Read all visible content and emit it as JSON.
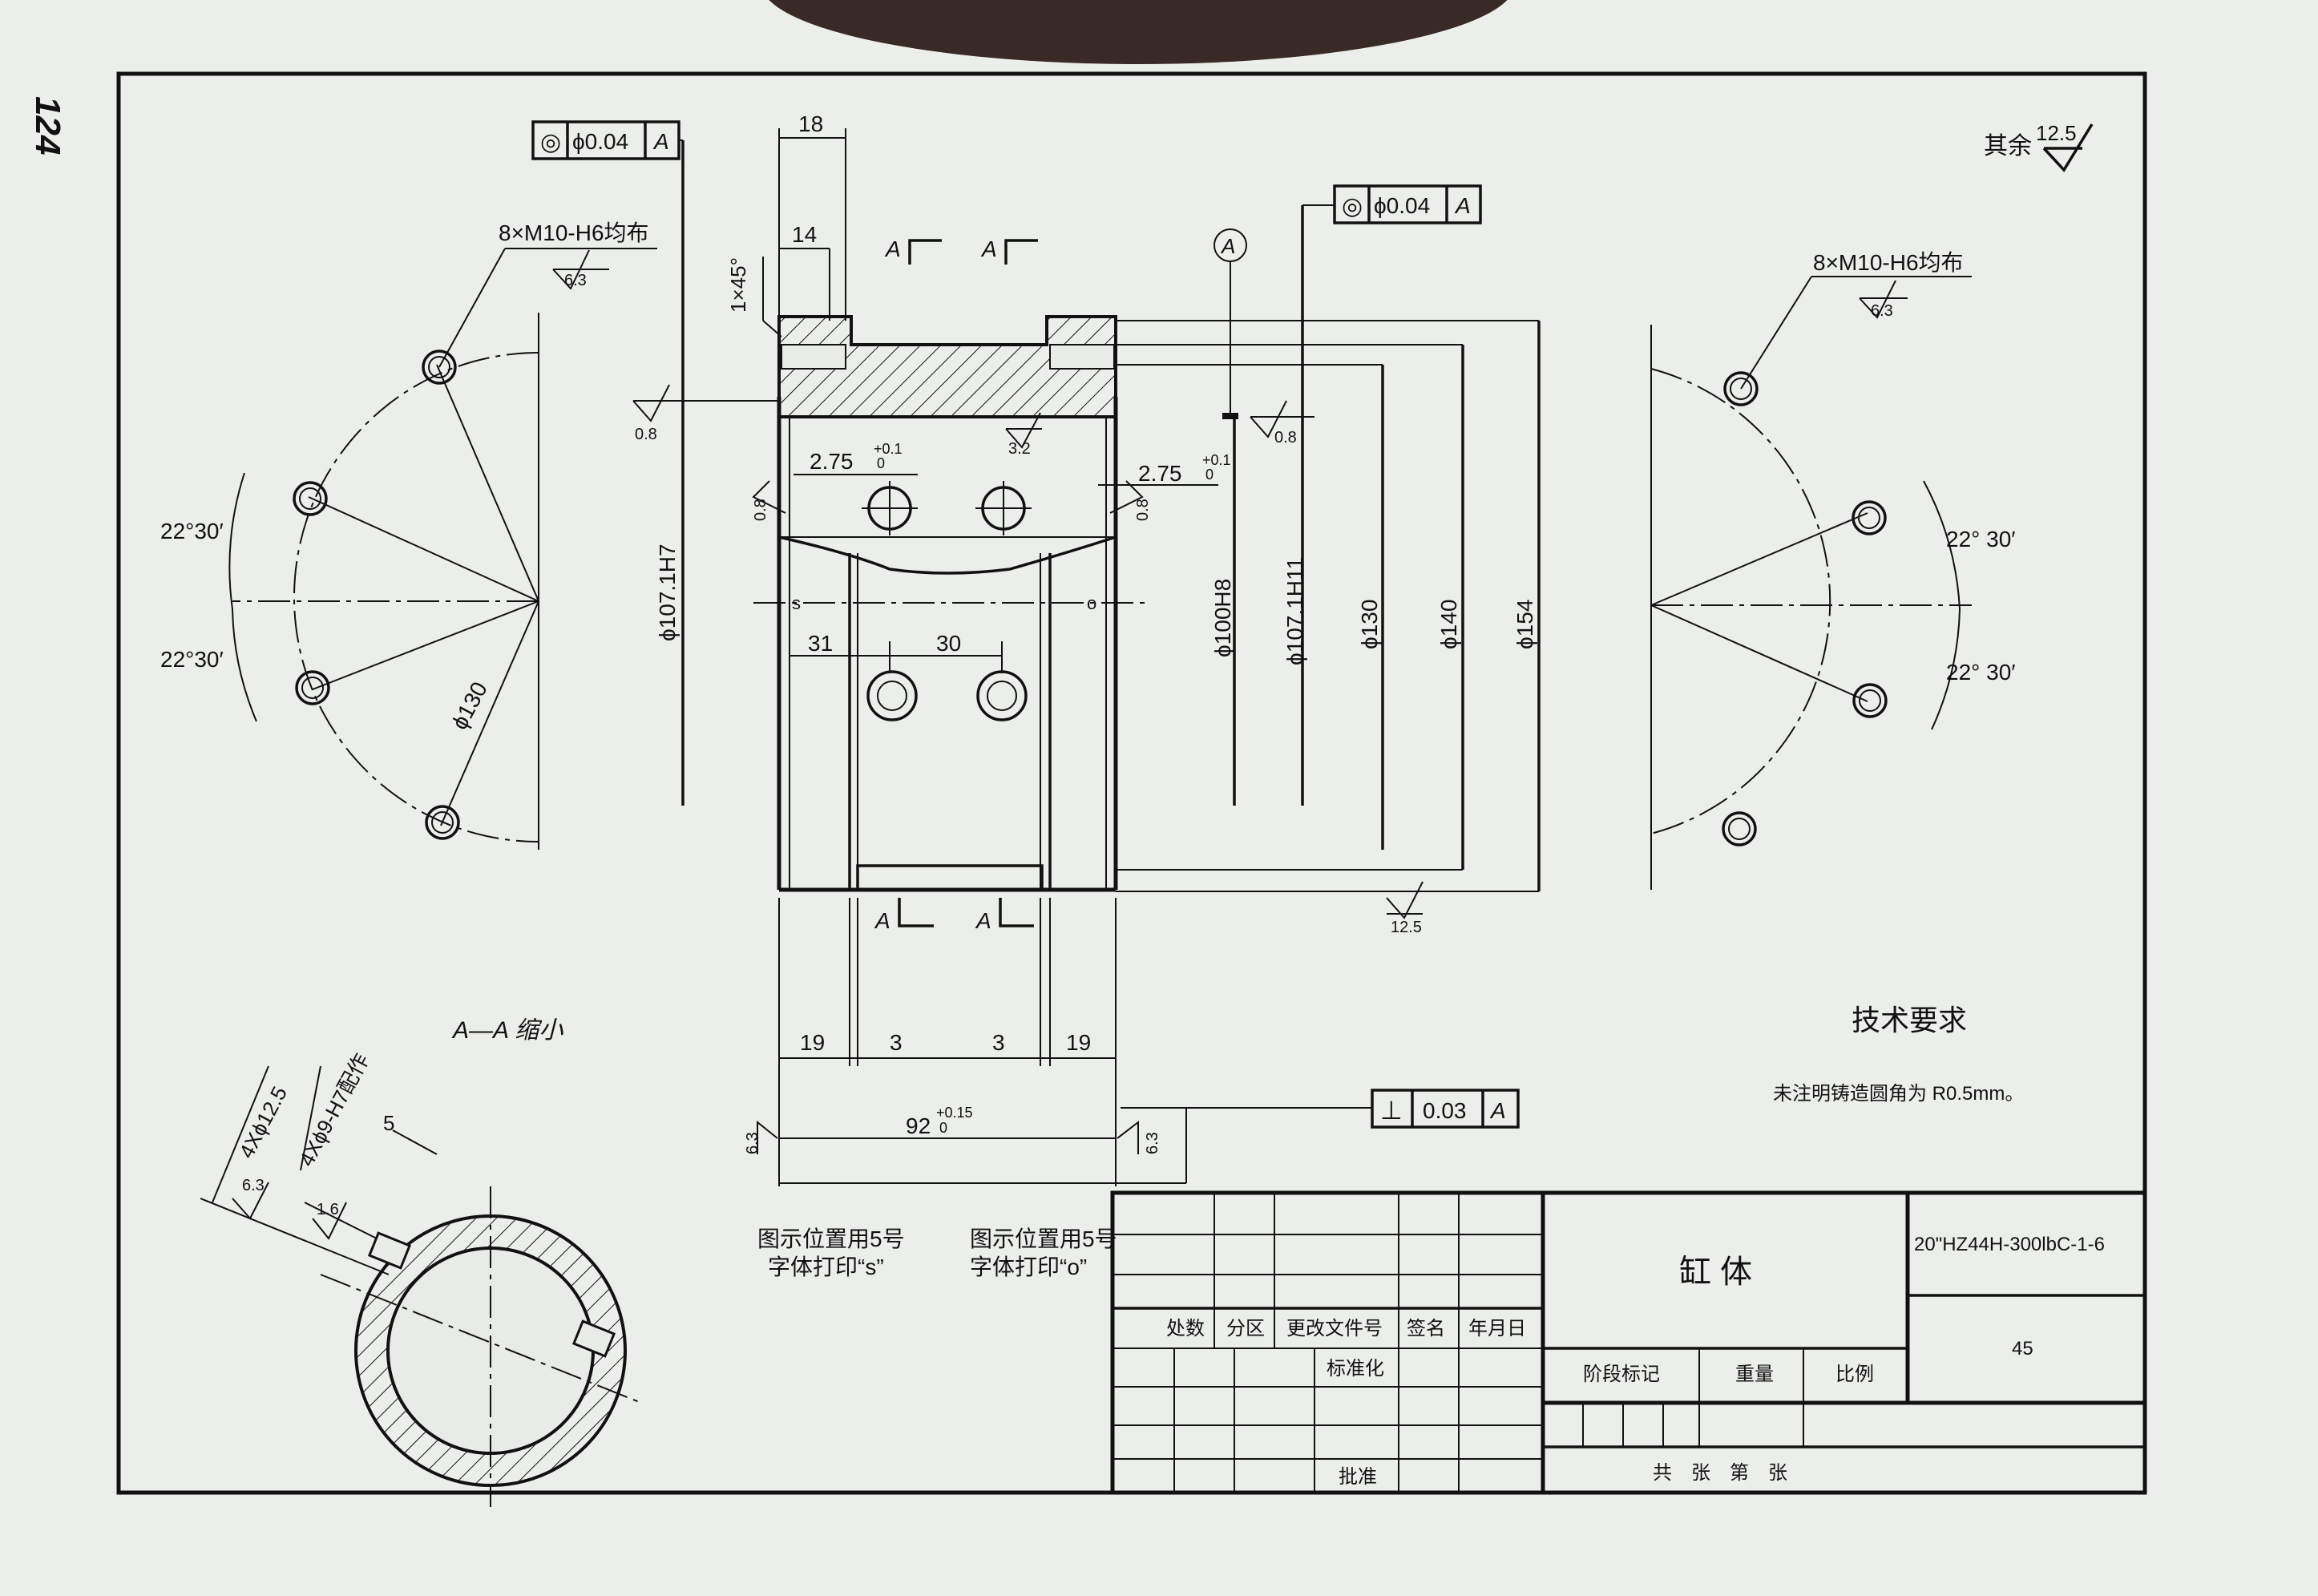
{
  "page_number": "124",
  "roughness_general": {
    "prefix": "其余",
    "value": "12.5"
  },
  "left_view": {
    "thread_note": "8×M10-H6均布",
    "thread_roughness": "6.3",
    "angle_top": "22°30′",
    "angle_bottom": "22°30′",
    "diameter": "ϕ130"
  },
  "right_view": {
    "thread_note": "8×M10-H6均布",
    "thread_roughness": "6.3",
    "angle_top": "22° 30′",
    "angle_bottom": "22° 30′"
  },
  "tolerance_left": {
    "symbol": "◎",
    "value": "ϕ0.04",
    "datum": "A"
  },
  "tolerance_right": {
    "symbol": "◎",
    "value": "ϕ0.04",
    "datum": "A"
  },
  "tolerance_perp": {
    "symbol": "⊥",
    "value": "0.03",
    "datum": "A"
  },
  "datum_marker": "A",
  "section_labels": {
    "top_left": "A",
    "top_right": "A",
    "bottom_left": "A",
    "bottom_right": "A",
    "view_title": "A—A 缩小"
  },
  "dims": {
    "d18": "18",
    "d14": "14",
    "chamfer": "1×45°",
    "d275_left": "2.75",
    "d275_right": "2.75",
    "tol_01": "+0.1",
    "tol_0": "0",
    "d31": "31",
    "d30": "30",
    "d19_left": "19",
    "d3_left": "3",
    "d3_right": "3",
    "d19_right": "19",
    "d92": "92",
    "tol_015": "+0.15",
    "bore_1071h7": "ϕ107.1H7",
    "bore_100h8": "ϕ100H8",
    "bore_1071h11": "ϕ107.1H11",
    "dia_130": "ϕ130",
    "dia_140": "ϕ140",
    "dia_154": "ϕ154",
    "mark_s": "s",
    "mark_o": "o"
  },
  "roughness": {
    "r08_a": "0.8",
    "r08_b": "0.8",
    "r08_c": "0.8",
    "r08_d": "0.8",
    "r32": "3.2",
    "r125": "12.5",
    "r63_left": "6.3",
    "r63_right": "6.3",
    "r63_sec": "6.3",
    "r16_sec": "1.6"
  },
  "section_view": {
    "hole_note_a": "4Xϕ12.5",
    "hole_note_b": "4Xϕ9-H7配作",
    "dim5": "5"
  },
  "notes": {
    "print_s_line1": "图示位置用5号",
    "print_s_line2": "字体打印“s”",
    "print_o_line1": "图示位置用5号",
    "print_o_line2": "字体打印“o”",
    "tech_title": "技术要求",
    "tech_text": "未注明铸造圆角为 R0.5mm。"
  },
  "title_block": {
    "part_name": "缸 体",
    "drawing_number": "20\"HZ44H-300lbC-1-6",
    "material": "45",
    "col_chushu": "处数",
    "col_fenqu": "分区",
    "col_genggai": "更改文件号",
    "col_qianming": "签名",
    "col_nianyueri": "年月日",
    "biaozhunhua": "标准化",
    "pizhun": "批准",
    "jieduan": "阶段标记",
    "zhongliang": "重量",
    "bili": "比例",
    "gongzhang": "共　张　第　张"
  }
}
